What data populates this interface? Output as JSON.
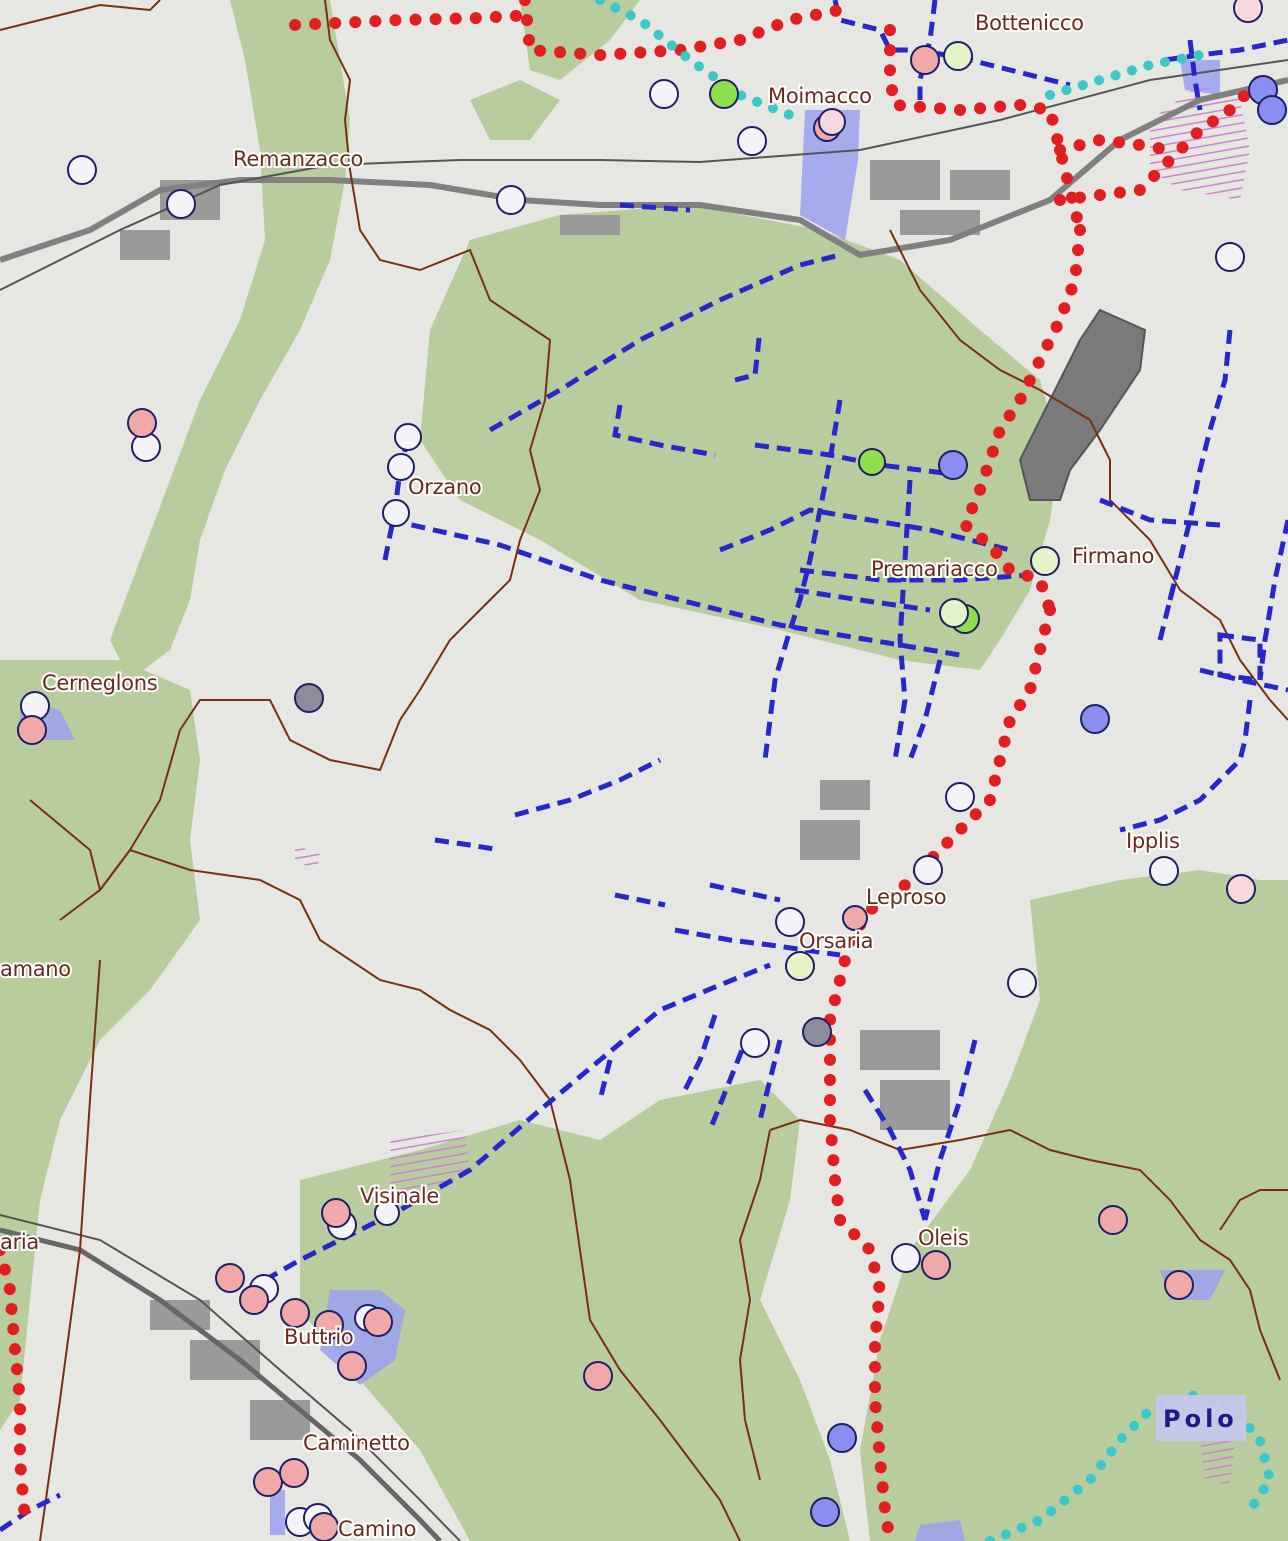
{
  "map": {
    "labels": {
      "bottenicco": "Bottenicco",
      "moimacco": "Moimacco",
      "remanzacco": "Remanzacco",
      "orzano": "Orzano",
      "firmano": "Firmano",
      "premariacco": "Premariacco",
      "cerneglons": "Cerneglons",
      "ipplis": "Ipplis",
      "leproso": "Leproso",
      "orsaria": "Orsaria",
      "amano": "amano",
      "visinale": "Visinale",
      "aria": "aria",
      "oleis": "Oleis",
      "buttrio": "Buttrio",
      "caminetto": "Caminetto",
      "camino": "Camino",
      "polo": "Polo"
    },
    "colors": {
      "background": "#e6e6e3",
      "green_area": "#b9cc9e",
      "dense_green": "#a9c08c",
      "red_route": "#e02020",
      "blue_dashed": "#2828c8",
      "cyan_route": "#3cc8c8",
      "river_blue": "#9aa0f0",
      "quarry_gray": "#7a7a7a",
      "border_brown": "#7a3010",
      "hatch_pink": "#d080d0"
    },
    "poi_types": {
      "white": "#f4f4f8",
      "pink": "#f0a8a8",
      "light_pink": "#f7d8df",
      "green": "#8ee04a",
      "light_green": "#e4f4c8",
      "blue": "#8a8ef0",
      "gray": "#8c8c9c"
    }
  }
}
